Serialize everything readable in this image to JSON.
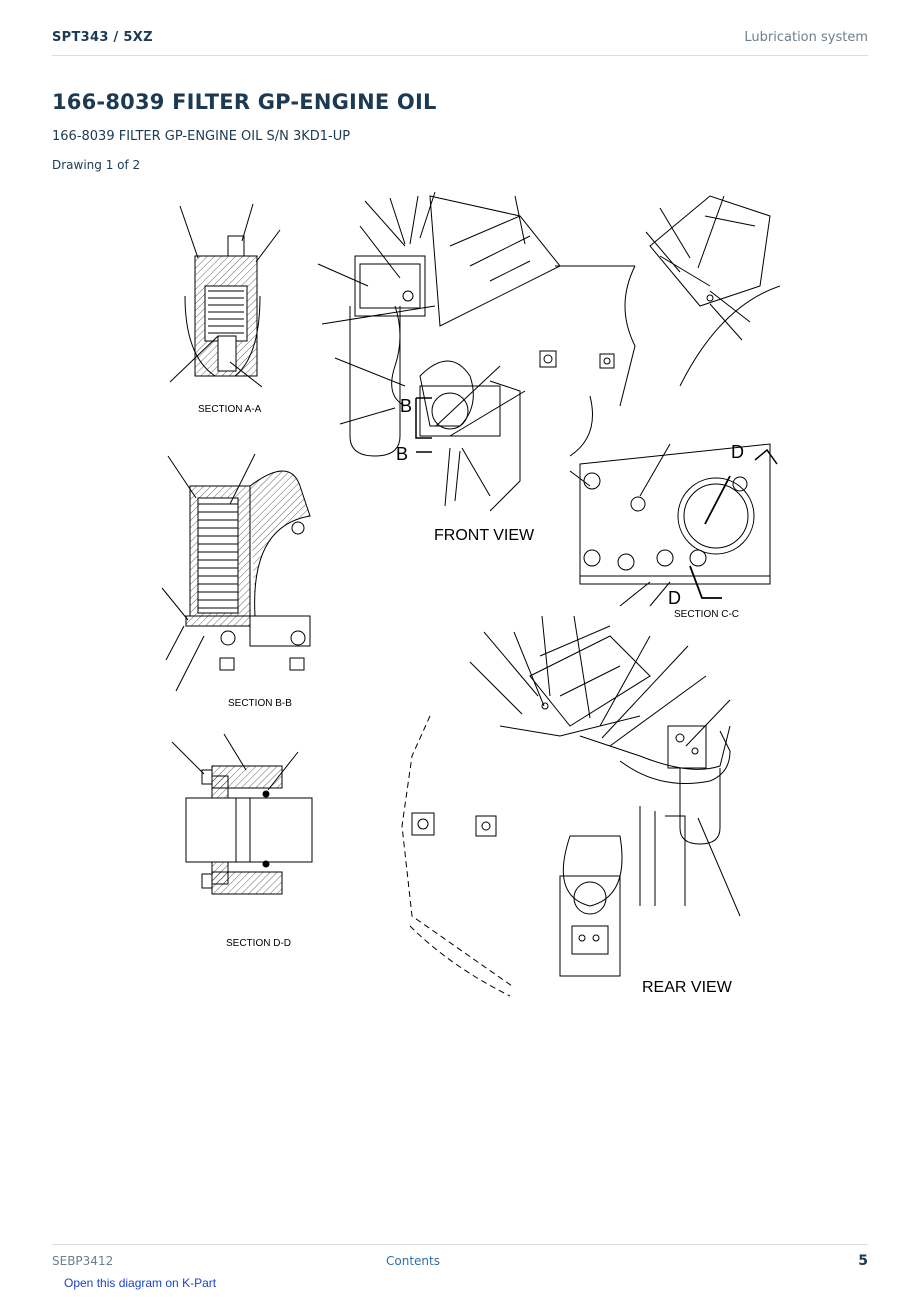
{
  "header": {
    "doc_id": "SPT343  /  5XZ",
    "section": "Lubrication system"
  },
  "page": {
    "title": "166-8039 FILTER GP-ENGINE OIL",
    "subtitle": "166-8039 FILTER GP-ENGINE OIL S/N 3KD1-UP",
    "drawing_number": "Drawing 1 of 2"
  },
  "drawing": {
    "section_aa": "SECTION A-A",
    "section_bb": "SECTION B-B",
    "section_cc": "SECTION C-C",
    "section_dd": "SECTION D-D",
    "front_view": "FRONT VIEW",
    "rear_view": "REAR VIEW",
    "letter_b": "B",
    "letter_d": "D"
  },
  "footer": {
    "doc_code": "SEBP3412",
    "contents_link": "Contents",
    "page_number": "5",
    "kpart_link": "Open this diagram on K-Part"
  }
}
